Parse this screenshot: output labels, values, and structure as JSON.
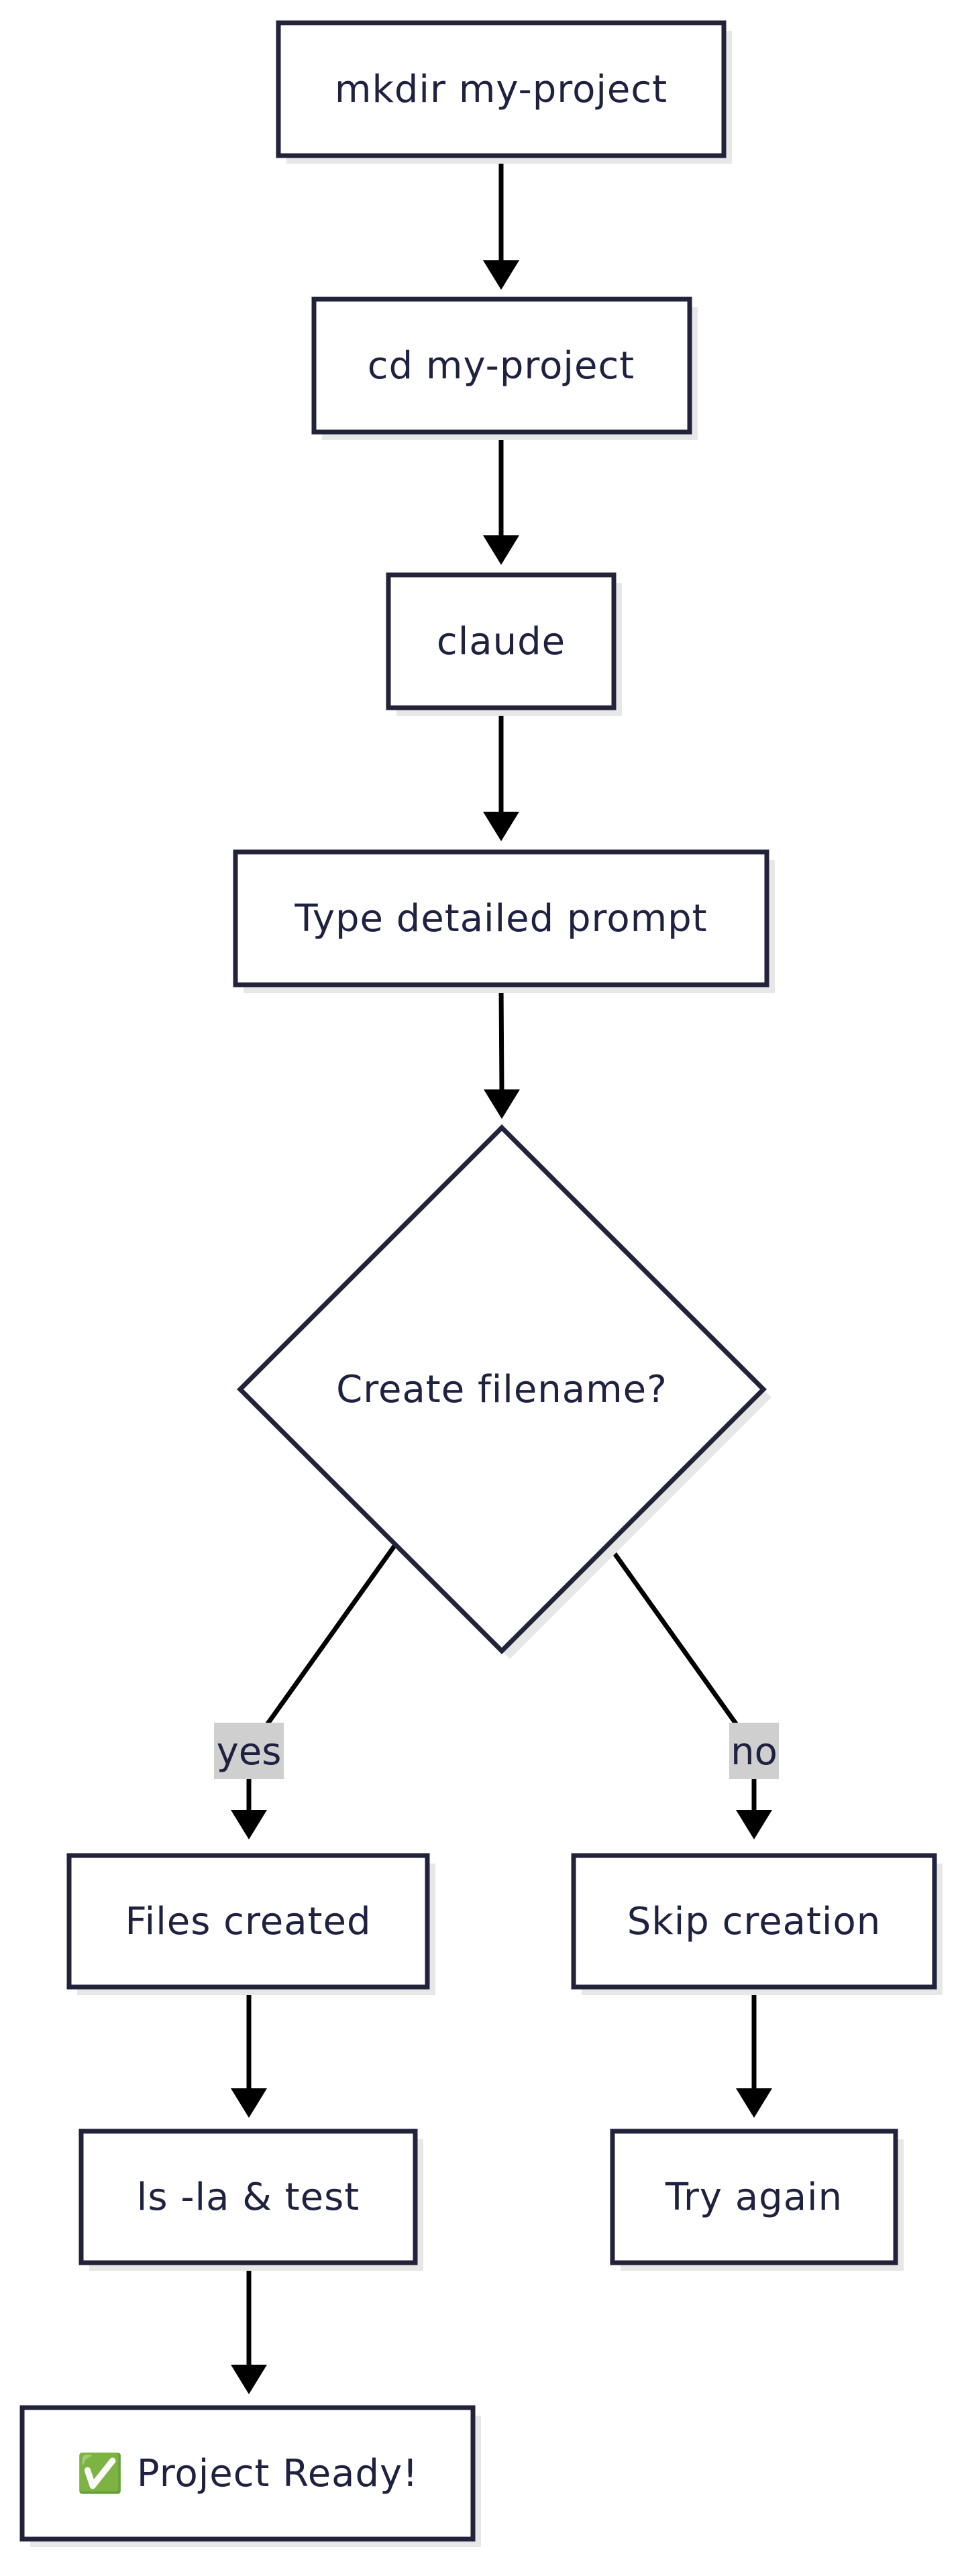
{
  "colors": {
    "node_border": "#22223b",
    "node_fill": "#ffffff",
    "node_text": "#1f2140",
    "shadow": "#e7e7e7",
    "edge": "#000000",
    "edge_label_bg": "#cfcfcf"
  },
  "nodes": {
    "mkdir": "mkdir my-project",
    "cd": "cd my-project",
    "claude": "claude",
    "prompt": "Type detailed prompt",
    "decision": "Create filename?",
    "files_created": "Files created",
    "skip_creation": "Skip creation",
    "ls_test": "ls -la & test",
    "try_again": "Try again",
    "project_ready": "✅ Project Ready!"
  },
  "edges": {
    "yes_label": "yes",
    "no_label": "no"
  }
}
